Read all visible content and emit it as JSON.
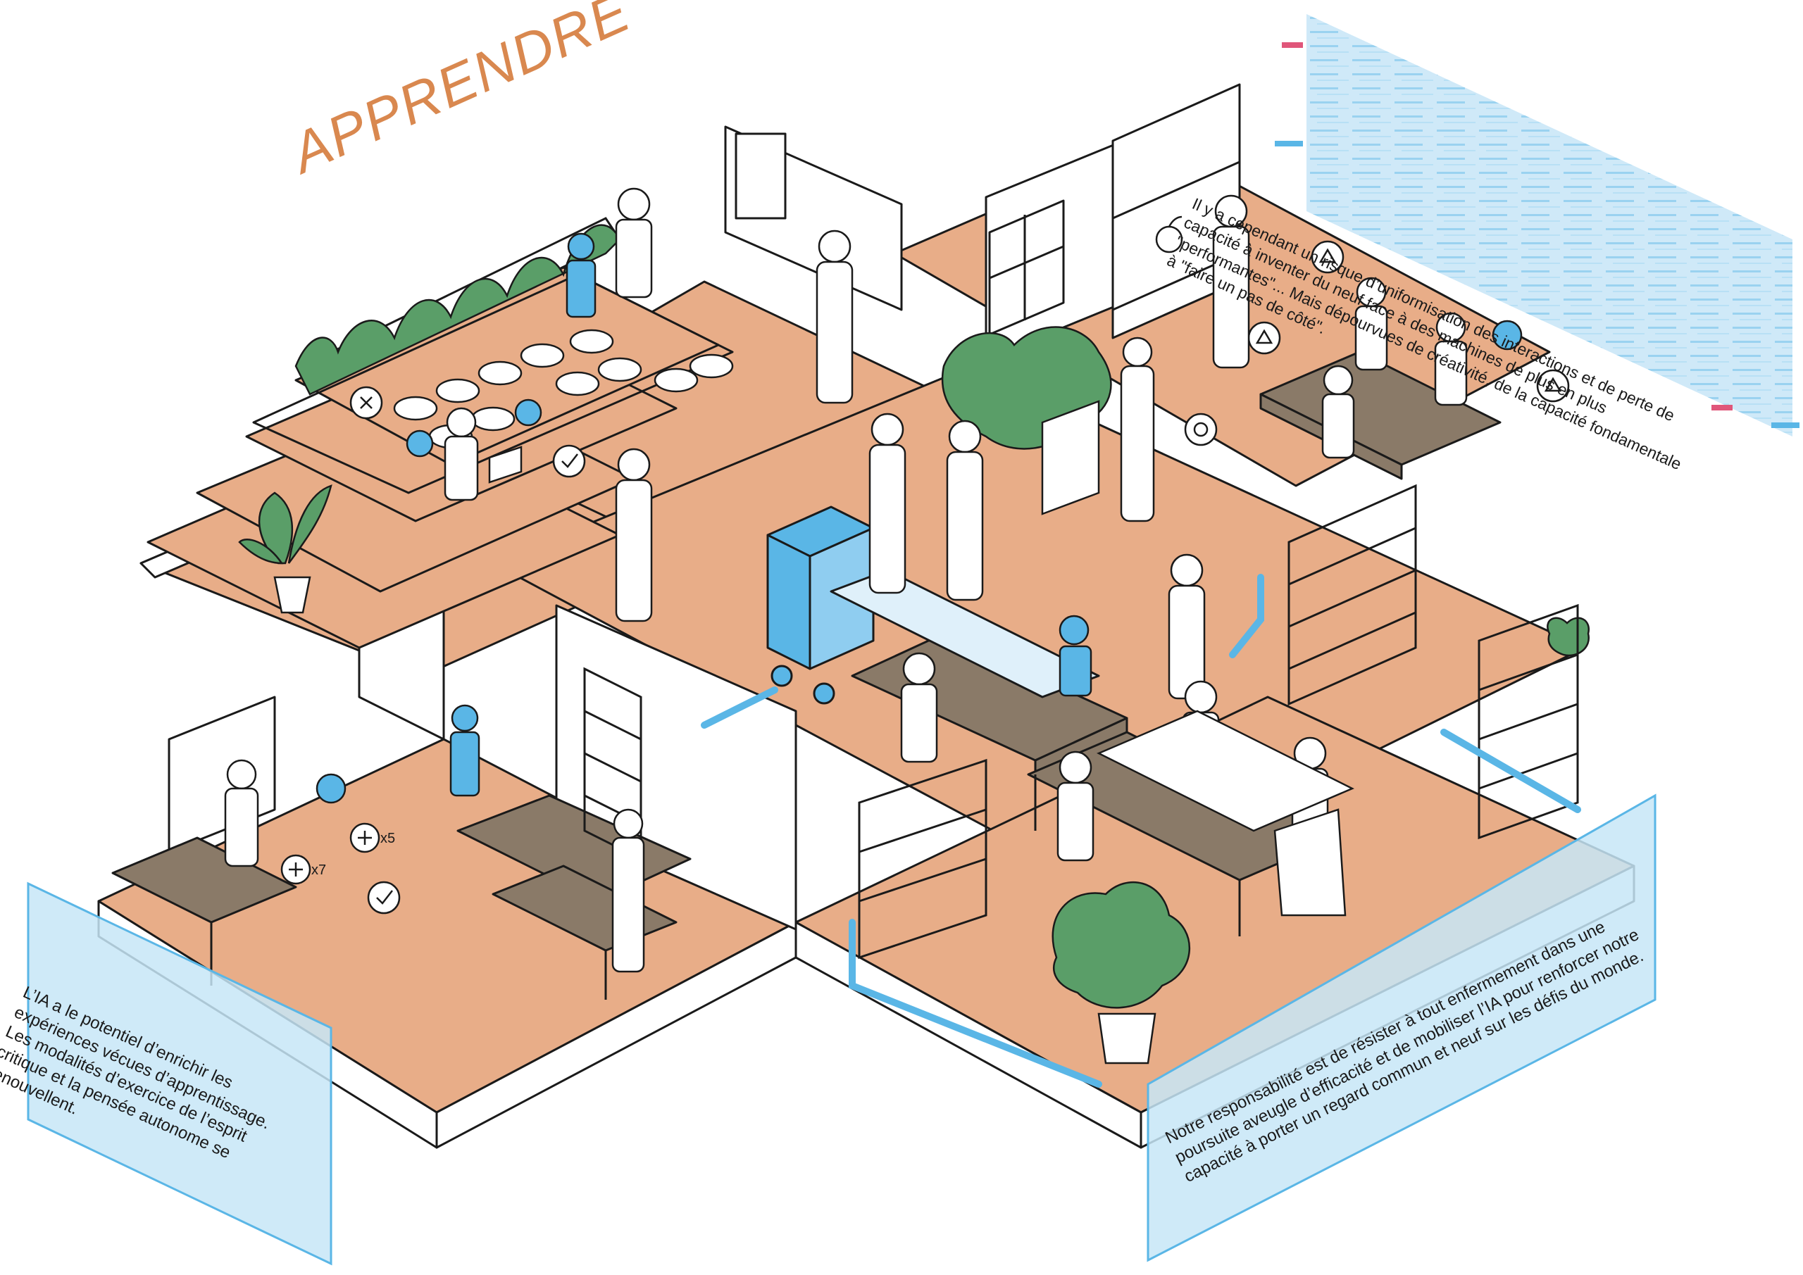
{
  "title": "APPRENDRE",
  "panels": {
    "top_right": "Il y a cependant un risque d’uniformisation des interactions et de perte de capacité à inventer du neuf face à des machines de plus en plus \"performantes\"... Mais dépourvues de créativité, de la capacité fondamentale à \"faire un pas de côté\".",
    "left": "L’IA a le potentiel d’enrichir les expériences vécues d’apprentissage. Les modalités d’exercice de l’esprit critique et la pensée autonome se renouvellent.",
    "bottom_right": "Notre responsabilité est de résister à tout enfermement dans une poursuite aveugle d’efficacité et de mobiliser l’IA pour renforcer notre capacité à porter un regard commun et neuf sur les défis du monde."
  },
  "badges": {
    "x7": "x7",
    "x5": "x5"
  },
  "colors": {
    "floor": "#e8ad88",
    "accent_blue": "#5ab6e6",
    "glass": "#c7e6f7",
    "orange_title": "#d9884f",
    "line": "#1a1a1a",
    "leaf": "#5a9e68",
    "desk": "#8a7a68"
  },
  "icons": [
    "robot-icon",
    "bird-robot-icon",
    "triangle-bubble-icon",
    "check-bubble-icon",
    "plus-bubble-icon",
    "x-bubble-icon",
    "circle-bubble-icon",
    "apple-icon",
    "plant-icon",
    "laptop-icon"
  ]
}
